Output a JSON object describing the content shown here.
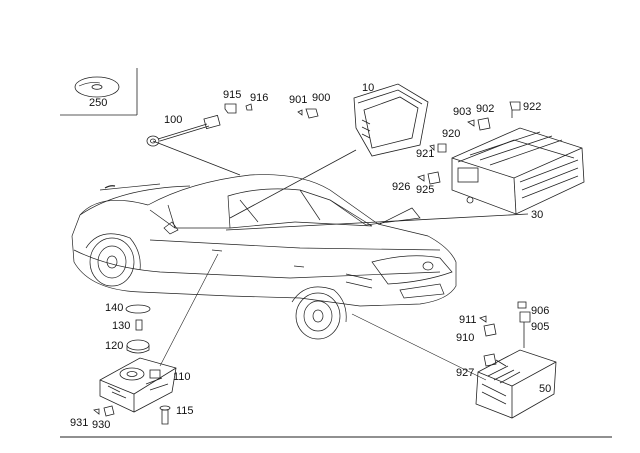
{
  "labels": {
    "p250": "250",
    "p100": "100",
    "p915": "915",
    "p916": "916",
    "p901": "901",
    "p900": "900",
    "p10": "10",
    "p903": "903",
    "p902": "902",
    "p922": "922",
    "p920": "920",
    "p921": "921",
    "p926": "926",
    "p925": "925",
    "p30": "30",
    "p140": "140",
    "p130": "130",
    "p120": "120",
    "p110": "110",
    "p115": "115",
    "p931": "931",
    "p930": "930",
    "p911": "911",
    "p906": "906",
    "p905": "905",
    "p910": "910",
    "p927": "927",
    "p50": "50"
  }
}
